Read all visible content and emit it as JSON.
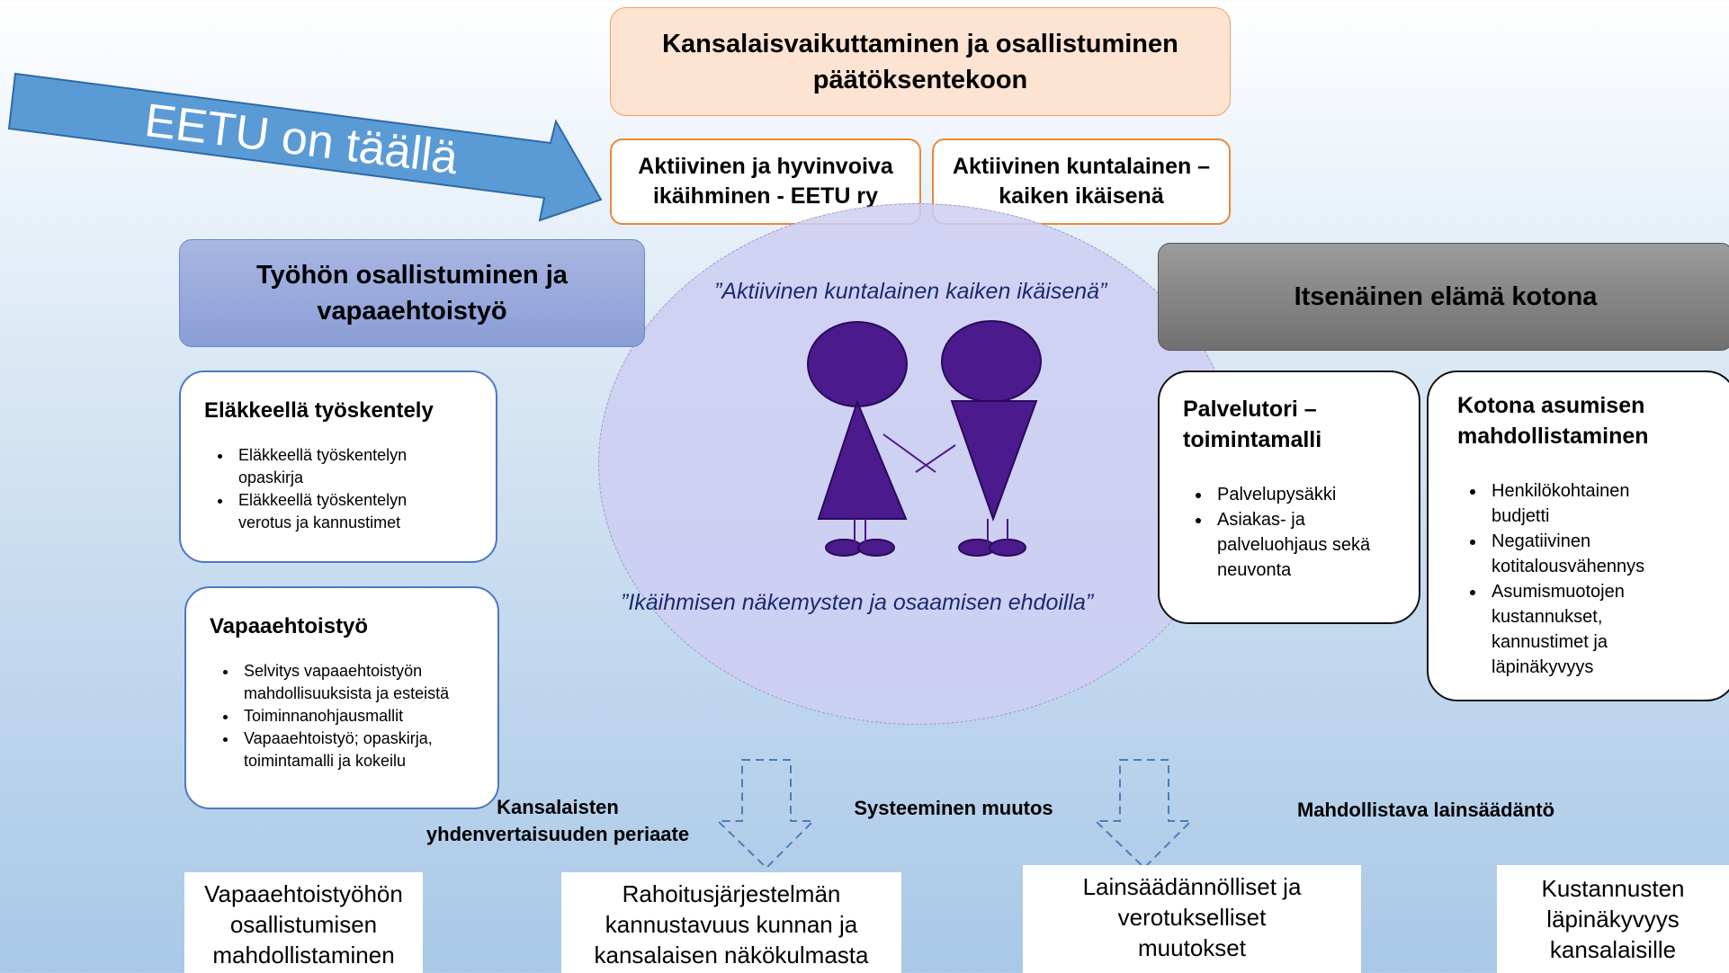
{
  "top": {
    "title_line1": "Kansalaisvaikuttaminen ja osallistuminen",
    "title_line2": "päätöksentekoon",
    "eetu_line1": "Aktiivinen ja hyvinvoiva",
    "eetu_line2": "ikäihminen - EETU ry",
    "kunta_line1": "Aktiivinen kuntalainen –",
    "kunta_line2": "kaiken ikäisenä"
  },
  "arrow": {
    "label": "EETU on täällä",
    "color": "#5b9bd5"
  },
  "left_header": {
    "line1": "Työhön osallistuminen ja",
    "line2": "vapaaehtoistyö"
  },
  "right_header": {
    "label": "Itsenäinen elämä kotona"
  },
  "card_elake": {
    "title": "Eläkkeellä työskentely",
    "items": [
      [
        "Eläkkeellä työskentelyn",
        "opaskirja"
      ],
      [
        "Eläkkeellä työskentelyn",
        "verotus ja kannustimet"
      ]
    ]
  },
  "card_vapaa": {
    "title": "Vapaaehtoistyö",
    "items": [
      [
        "Selvitys vapaaehtoistyön",
        "mahdollisuuksista ja esteistä"
      ],
      [
        "Toiminnanohjausmallit"
      ],
      [
        "Vapaaehtoistyö; opaskirja,",
        "toimintamalli ja kokeilu"
      ]
    ]
  },
  "card_palvelu": {
    "title_line1": "Palvelutori –",
    "title_line2": "toimintamalli",
    "items": [
      [
        "Palvelupysäkki"
      ],
      [
        "Asiakas- ja",
        "palveluohjaus sekä",
        "neuvonta"
      ]
    ]
  },
  "card_kotona": {
    "title_line1": "Kotona asumisen",
    "title_line2": "mahdollistaminen",
    "items": [
      [
        "Henkilökohtainen",
        "budjetti"
      ],
      [
        "Negatiivinen",
        "kotitalousvähennys"
      ],
      [
        "Asumismuotojen",
        "kustannukset,",
        "kannustimet ja",
        "läpinäkyvyys"
      ]
    ]
  },
  "center": {
    "quote_top": "”Aktiivinen kuntalainen kaiken ikäisenä”",
    "quote_bottom": "”Ikäihmisen näkemysten ja osaamisen ehdoilla”",
    "figure_color": "#4b1a8c"
  },
  "labels": {
    "yhden_line1": "Kansalaisten",
    "yhden_line2": "yhdenvertaisuuden periaate",
    "systeeminen": "Systeeminen muutos",
    "lainsaadanto": "Mahdollistava lainsäädäntö"
  },
  "bottom": {
    "b1": [
      "Vapaaehtoistyöhön",
      "osallistumisen",
      "mahdollistaminen"
    ],
    "b2": [
      "Rahoitusjärjestelmän",
      "kannustavuus kunnan ja",
      "kansalaisen näkökulmasta"
    ],
    "b3": [
      "Lainsäädännölliset ja",
      "verotukselliset",
      "muutokset"
    ],
    "b4": [
      "Kustannusten",
      "läpinäkyvyys",
      "kansalaisille"
    ]
  }
}
